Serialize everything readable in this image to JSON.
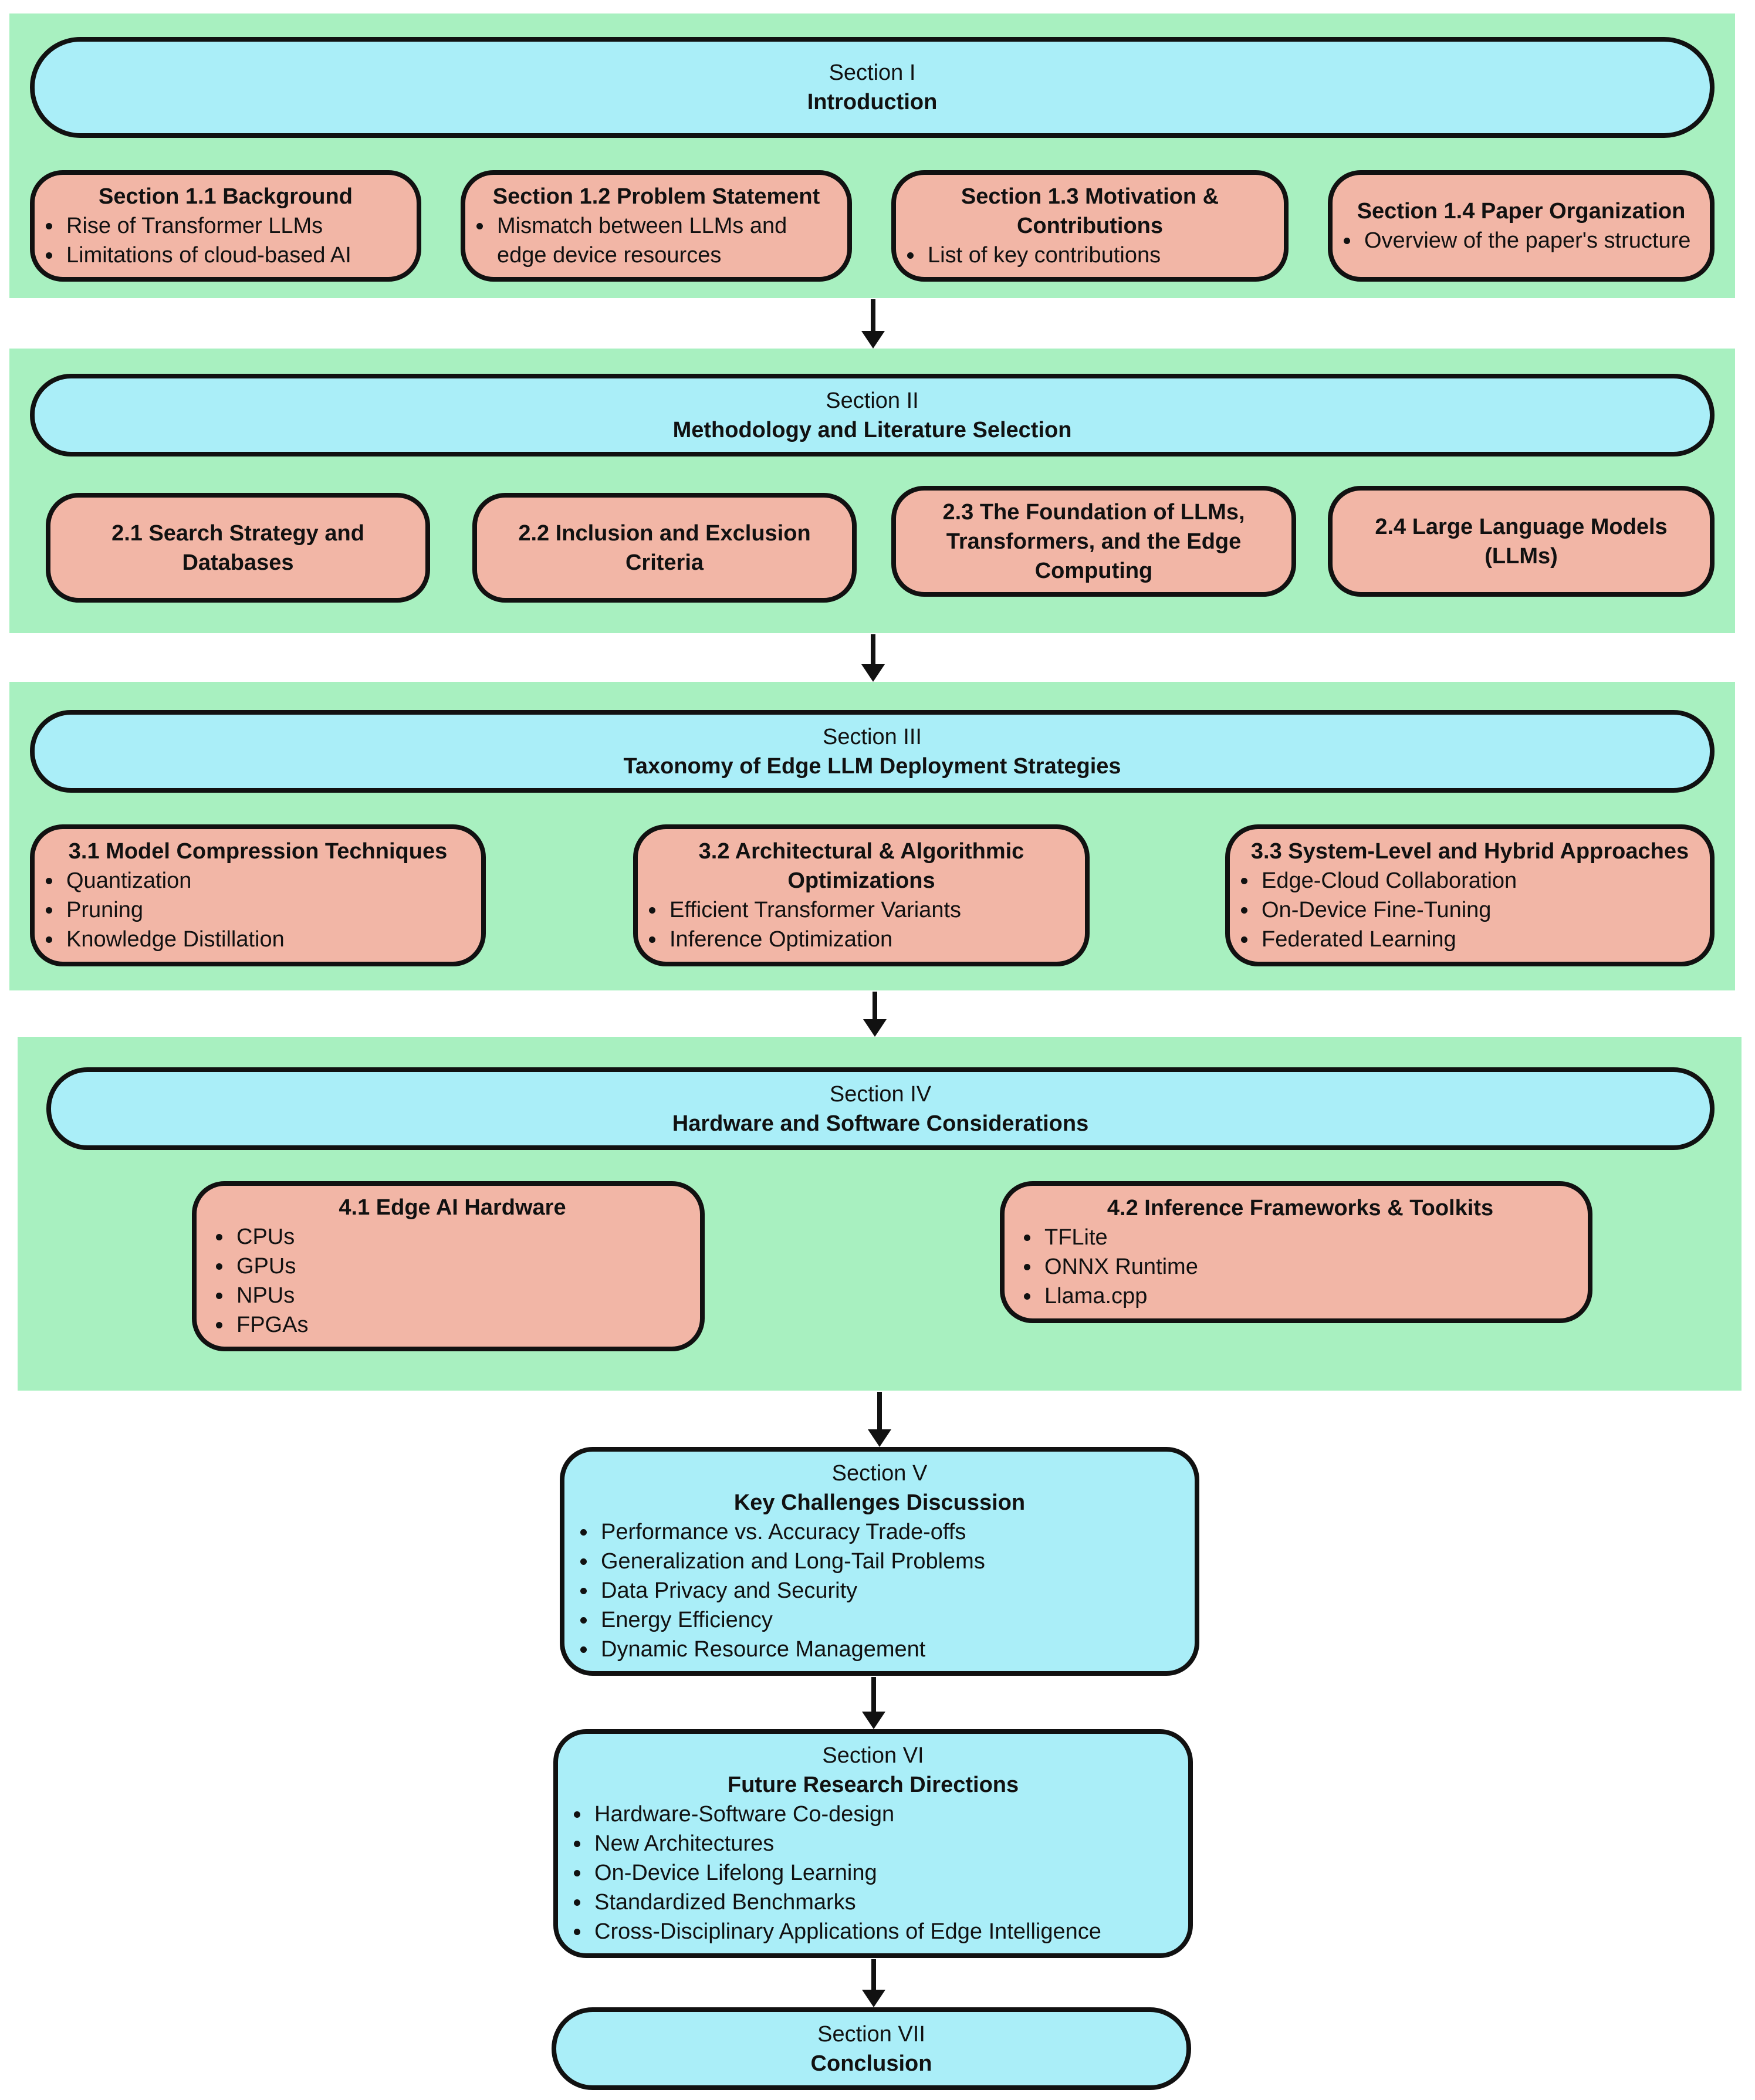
{
  "sections": [
    {
      "label": "Section I",
      "title": "Introduction",
      "subsections": [
        {
          "title": "Section 1.1 Background",
          "items": [
            "Rise of Transformer LLMs",
            "Limitations of cloud-based AI"
          ]
        },
        {
          "title": "Section 1.2 Problem Statement",
          "items": [
            "Mismatch between LLMs and edge device resources"
          ]
        },
        {
          "title": "Section 1.3 Motivation & Contributions",
          "items": [
            "List of key contributions"
          ]
        },
        {
          "title": "Section 1.4 Paper Organization",
          "items": [
            "Overview of the paper's structure"
          ]
        }
      ]
    },
    {
      "label": "Section II",
      "title": "Methodology and Literature Selection",
      "subsections": [
        {
          "title": "2.1 Search Strategy and Databases"
        },
        {
          "title": "2.2 Inclusion and Exclusion Criteria"
        },
        {
          "title": "2.3 The Foundation of LLMs, Transformers, and the Edge Computing"
        },
        {
          "title": "2.4 Large Language Models (LLMs)"
        }
      ]
    },
    {
      "label": "Section III",
      "title": "Taxonomy of Edge LLM Deployment Strategies",
      "subsections": [
        {
          "title": "3.1 Model Compression Techniques",
          "items": [
            "Quantization",
            "Pruning",
            "Knowledge Distillation"
          ]
        },
        {
          "title": "3.2 Architectural & Algorithmic Optimizations",
          "items": [
            "Efficient Transformer Variants",
            "Inference Optimization"
          ]
        },
        {
          "title": "3.3 System-Level and Hybrid Approaches",
          "items": [
            "Edge-Cloud Collaboration",
            "On-Device Fine-Tuning",
            "Federated Learning"
          ]
        }
      ]
    },
    {
      "label": "Section IV",
      "title": "Hardware and Software Considerations",
      "subsections": [
        {
          "title": "4.1 Edge AI Hardware",
          "items": [
            "CPUs",
            "GPUs",
            "NPUs",
            "FPGAs"
          ]
        },
        {
          "title": "4.2 Inference Frameworks & Toolkits",
          "items": [
            "TFLite",
            "ONNX Runtime",
            "Llama.cpp"
          ]
        }
      ]
    },
    {
      "label": "Section V",
      "title": "Key Challenges Discussion",
      "items": [
        "Performance vs. Accuracy Trade-offs",
        "Generalization and Long-Tail Problems",
        "Data Privacy and Security",
        "Energy Efficiency",
        "Dynamic Resource Management"
      ]
    },
    {
      "label": "Section VI",
      "title": "Future Research Directions",
      "items": [
        "Hardware-Software Co-design",
        "New Architectures",
        "On-Device Lifelong Learning",
        "Standardized Benchmarks",
        "Cross-Disciplinary Applications of Edge Intelligence"
      ]
    },
    {
      "label": "Section VII",
      "title": "Conclusion"
    }
  ],
  "colors": {
    "band": "#a8f0c0",
    "section_box": "#aaeef8",
    "subsection_box": "#f2b6a6",
    "border": "#111111"
  }
}
